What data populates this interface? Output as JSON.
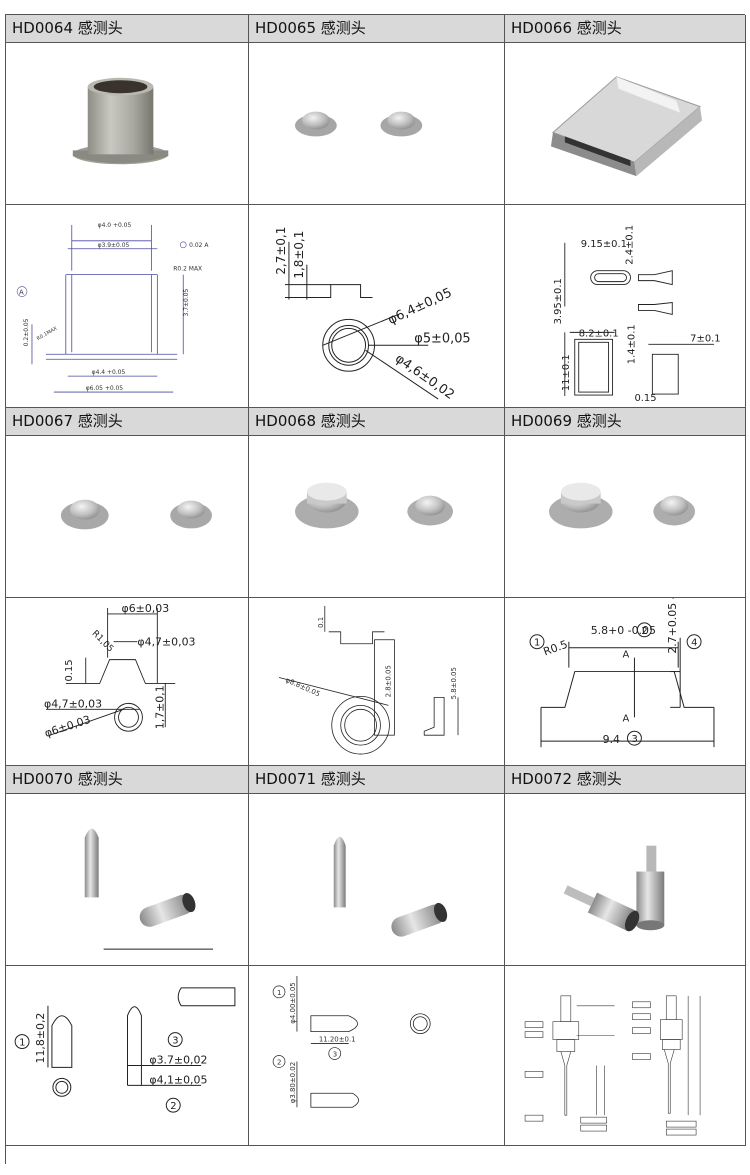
{
  "rows": [
    {
      "titles": [
        "HD0064 感测头",
        "HD0065 感测头",
        "HD0066 感测头"
      ]
    },
    {
      "titles": [
        "HD0067 感测头",
        "HD0068 感测头",
        "HD0069 感测头"
      ]
    },
    {
      "titles": [
        "HD0070 感测头",
        "HD0071 感测头",
        "HD0072 感测头"
      ]
    }
  ],
  "drawings": {
    "hd0064": {
      "d1": "φ4.0 +0.05",
      "d2": "φ3.9±0.05",
      "tol": "0.02 A",
      "r": "R0.2 MAX",
      "h": "3.7±0.05",
      "t": "0.2±0.05",
      "d3": "φ4.4 +0.05",
      "d4": "φ6.05 +0.05",
      "mark": "A",
      "r2": "R0.1MAX"
    },
    "hd0065": {
      "h1": "2,7±0,1",
      "h2": "1,8±0,1",
      "d1": "φ6,4±0,05",
      "d2": "φ5±0,05",
      "d3": "φ4,6±0,02"
    },
    "hd0066": {
      "w1": "9.15±0.1",
      "h1": "2.4±0.1",
      "h2": "3.95±0.1",
      "w2": "8.2±0.1",
      "h3": "1.4±0.1",
      "w3": "7±0.1",
      "h4": "11±0.1",
      "t": "0.15"
    },
    "hd0067": {
      "d1": "φ6±0,03",
      "d2": "φ4,7±0,03",
      "r": "R1,05",
      "t": "0.15",
      "h": "1,7±0,1",
      "d3": "φ4,7±0,03",
      "d4": "φ6±0,03"
    },
    "hd0068": {
      "t": "0.1",
      "h": "2.8±0.05",
      "d": "φ8.8±0.05",
      "h2": "5.8±0.05"
    },
    "hd0069": {
      "n1": "1",
      "r": "R0.5",
      "w": "5.8+0 -0.05",
      "n2": "2",
      "h": "2.7+0.05 -0",
      "n4": "4",
      "a1": "A",
      "a2": "A",
      "w2": "9.4",
      "n3": "3"
    },
    "hd0070": {
      "n1": "1",
      "h": "11,8±0,2",
      "n3": "3",
      "d1": "φ3.7±0,02",
      "d2": "φ4,1±0,05",
      "n2": "2"
    },
    "hd0071": {
      "n1": "1",
      "d1": "φ4.00±0.05",
      "l": "11.20±0.1",
      "n3": "3",
      "n2": "2",
      "d2": "φ3.80±0.02"
    }
  }
}
